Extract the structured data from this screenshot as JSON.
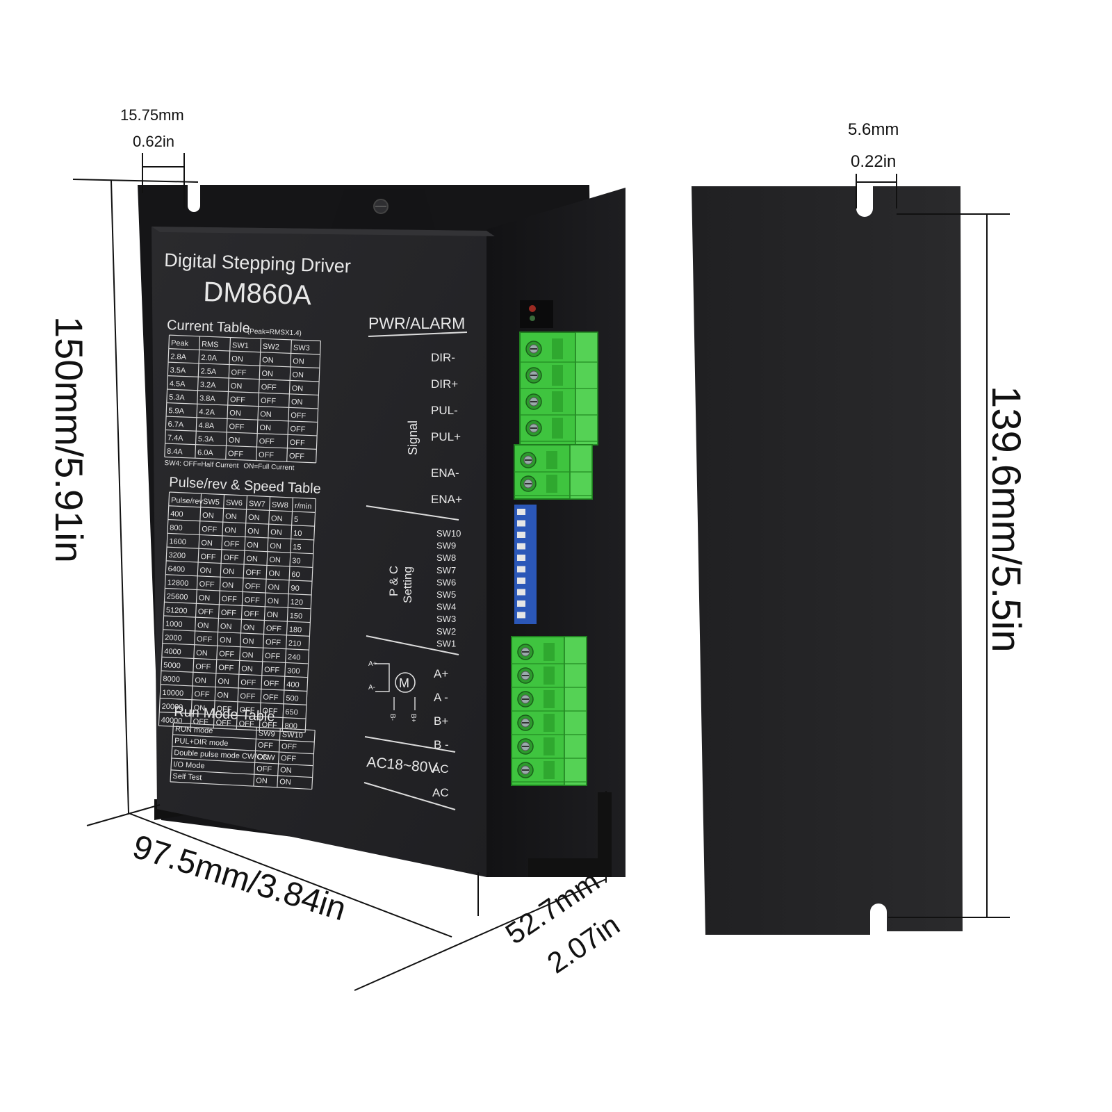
{
  "product": {
    "title": "Digital Stepping Driver",
    "model": "DM860A"
  },
  "dimensions": {
    "slot_width_mm": "15.75mm",
    "slot_width_in": "0.62in",
    "height": "150mm/5.91in",
    "width": "97.5mm/3.84in",
    "depth_mm": "52.7mm",
    "depth_in": "2.07in",
    "plate_slot_mm": "5.6mm",
    "plate_slot_in": "0.22in",
    "plate_height": "139.6mm/5.5in"
  },
  "current_table": {
    "title": "Current Table",
    "note": "(Peak=RMSX1.4)",
    "headers": [
      "Peak",
      "RMS",
      "SW1",
      "SW2",
      "SW3"
    ],
    "rows": [
      [
        "2.8A",
        "2.0A",
        "ON",
        "ON",
        "ON"
      ],
      [
        "3.5A",
        "2.5A",
        "OFF",
        "ON",
        "ON"
      ],
      [
        "4.5A",
        "3.2A",
        "ON",
        "OFF",
        "ON"
      ],
      [
        "5.3A",
        "3.8A",
        "OFF",
        "OFF",
        "ON"
      ],
      [
        "5.9A",
        "4.2A",
        "ON",
        "ON",
        "OFF"
      ],
      [
        "6.7A",
        "4.8A",
        "OFF",
        "ON",
        "OFF"
      ],
      [
        "7.4A",
        "5.3A",
        "ON",
        "OFF",
        "OFF"
      ],
      [
        "8.4A",
        "6.0A",
        "OFF",
        "OFF",
        "OFF"
      ]
    ],
    "sw4_note_a": "SW4: OFF=Half Current",
    "sw4_note_b": "ON=Full Current"
  },
  "pulse_table": {
    "title": "Pulse/rev & Speed Table",
    "headers": [
      "Pulse/rev",
      "SW5",
      "SW6",
      "SW7",
      "SW8",
      "r/min"
    ],
    "rows": [
      [
        "400",
        "ON",
        "ON",
        "ON",
        "ON",
        "5"
      ],
      [
        "800",
        "OFF",
        "ON",
        "ON",
        "ON",
        "10"
      ],
      [
        "1600",
        "ON",
        "OFF",
        "ON",
        "ON",
        "15"
      ],
      [
        "3200",
        "OFF",
        "OFF",
        "ON",
        "ON",
        "30"
      ],
      [
        "6400",
        "ON",
        "ON",
        "OFF",
        "ON",
        "60"
      ],
      [
        "12800",
        "OFF",
        "ON",
        "OFF",
        "ON",
        "90"
      ],
      [
        "25600",
        "ON",
        "OFF",
        "OFF",
        "ON",
        "120"
      ],
      [
        "51200",
        "OFF",
        "OFF",
        "OFF",
        "ON",
        "150"
      ],
      [
        "1000",
        "ON",
        "ON",
        "ON",
        "OFF",
        "180"
      ],
      [
        "2000",
        "OFF",
        "ON",
        "ON",
        "OFF",
        "210"
      ],
      [
        "4000",
        "ON",
        "OFF",
        "ON",
        "OFF",
        "240"
      ],
      [
        "5000",
        "OFF",
        "OFF",
        "ON",
        "OFF",
        "300"
      ],
      [
        "8000",
        "ON",
        "ON",
        "OFF",
        "OFF",
        "400"
      ],
      [
        "10000",
        "OFF",
        "ON",
        "OFF",
        "OFF",
        "500"
      ],
      [
        "20000",
        "ON",
        "OFF",
        "OFF",
        "OFF",
        "650"
      ],
      [
        "40000",
        "OFF",
        "OFF",
        "OFF",
        "OFF",
        "800"
      ]
    ]
  },
  "run_mode_table": {
    "title": "Run Mode Table",
    "headers": [
      "RUN mode",
      "SW9",
      "SW10"
    ],
    "rows": [
      [
        "PUL+DIR mode",
        "OFF",
        "OFF"
      ],
      [
        "Double pulse mode CW/CCW",
        "ON",
        "OFF"
      ],
      [
        "I/O Mode",
        "OFF",
        "ON"
      ],
      [
        "Self Test",
        "ON",
        "ON"
      ]
    ]
  },
  "panel": {
    "pwr_alarm": "PWR/ALARM",
    "signal_label": "Signal",
    "signal_pins": [
      "DIR-",
      "DIR+",
      "PUL-",
      "PUL+",
      "ENA-",
      "ENA+"
    ],
    "setting_label_a": "P & C",
    "setting_label_b": "Setting",
    "switches": [
      "SW10",
      "SW9",
      "SW8",
      "SW7",
      "SW6",
      "SW5",
      "SW4",
      "SW3",
      "SW2",
      "SW1"
    ],
    "motor_pins": [
      "A+",
      "A -",
      "B+",
      "B -"
    ],
    "motor_symbol": "M",
    "motor_wire_a_plus": "A+",
    "motor_wire_a_minus": "A-",
    "motor_wire_b_minus": "B-",
    "motor_wire_b_plus": "B+",
    "power_label": "AC18~80V",
    "power_pins": [
      "AC",
      "AC"
    ]
  },
  "colors": {
    "body": "#1b1b1d",
    "face": "#232325",
    "terminal_green": "#3fc43f",
    "dip_blue": "#2b57b8"
  }
}
